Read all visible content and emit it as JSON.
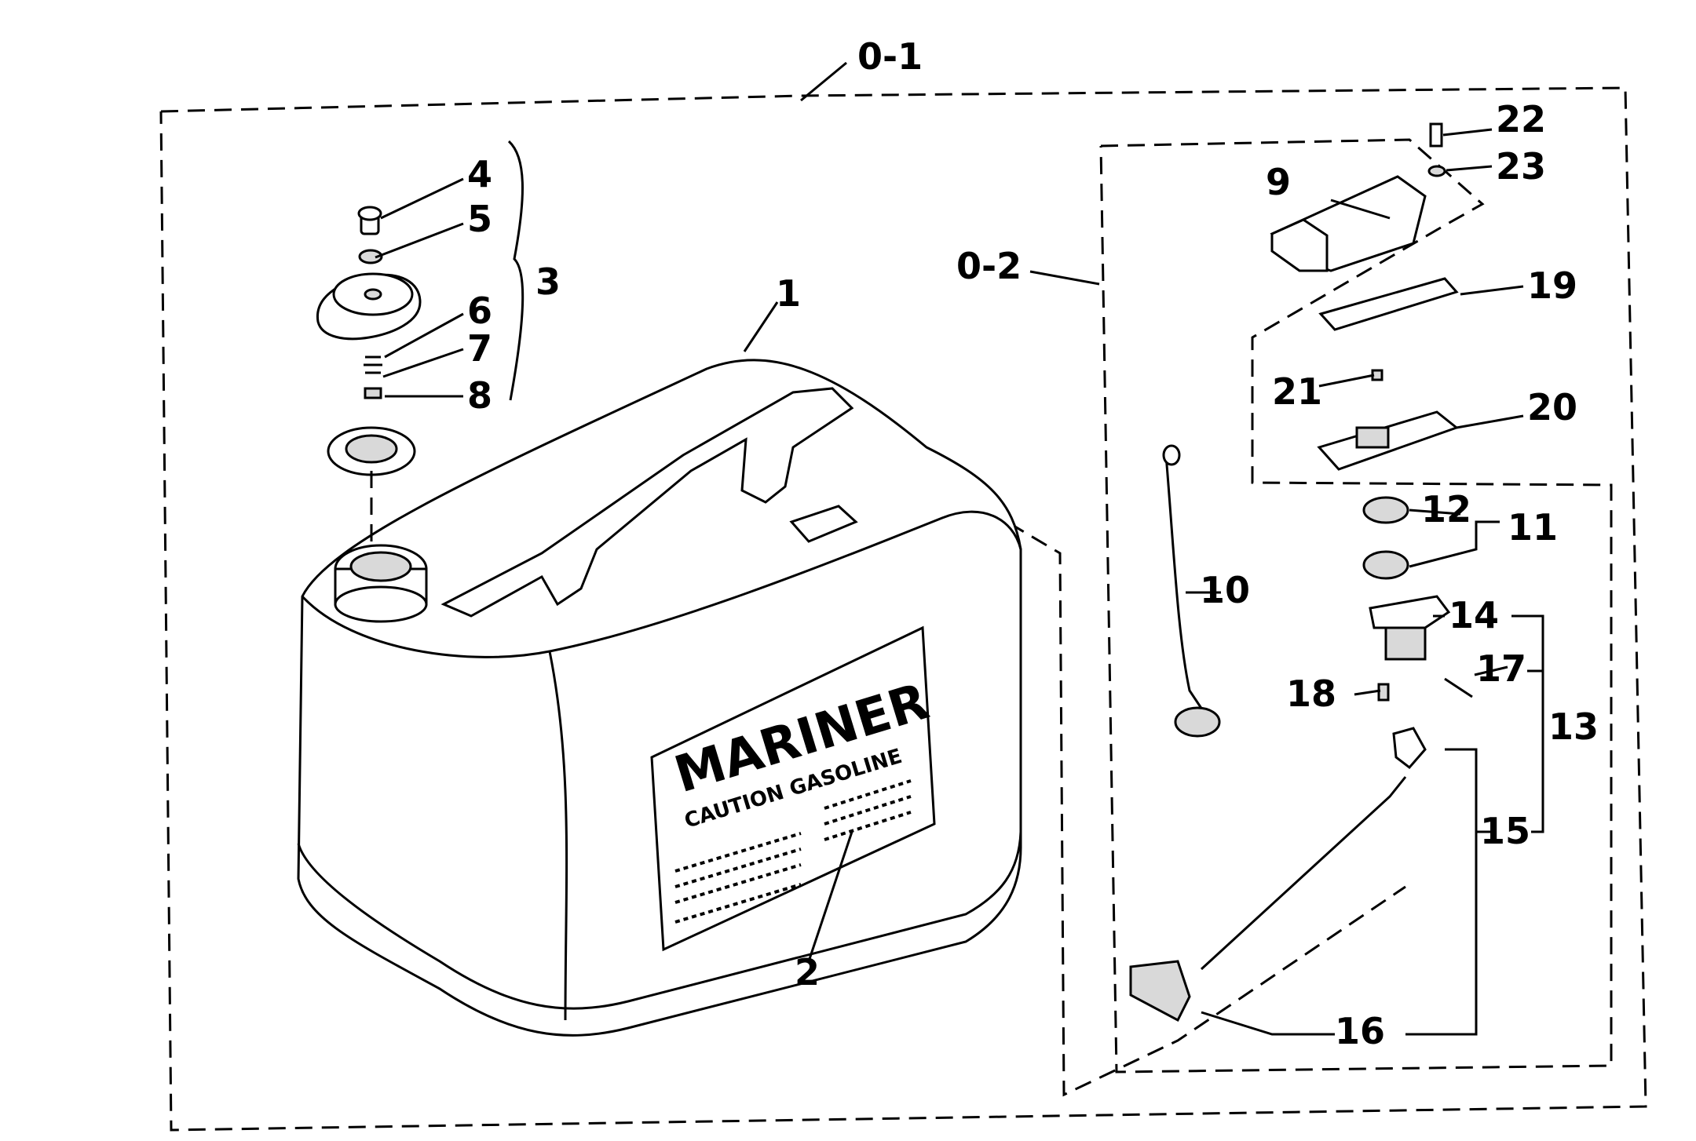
{
  "callouts": {
    "c0_1": "0-1",
    "c0_2": "0-2",
    "c1": "1",
    "c2": "2",
    "c3": "3",
    "c4": "4",
    "c5": "5",
    "c6": "6",
    "c7": "7",
    "c8": "8",
    "c9": "9",
    "c10": "10",
    "c11": "11",
    "c12": "12",
    "c13": "13",
    "c14": "14",
    "c15": "15",
    "c16": "16",
    "c17": "17",
    "c18": "18",
    "c19": "19",
    "c20": "20",
    "c21": "21",
    "c22": "22",
    "c23": "23"
  },
  "tank_label": {
    "brand": "MARINER",
    "caution": "CAUTION GASOLINE"
  }
}
